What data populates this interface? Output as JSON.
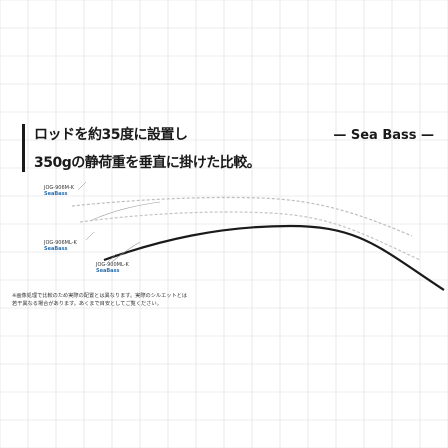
{
  "header": {
    "line1": "ロッドを約35度に設置し",
    "line2": "350gの静荷重を垂直に掛けた比較。",
    "series": "— Sea Bass —"
  },
  "rods": [
    {
      "model": "JOG-906M-K",
      "sub": "SeaBass"
    },
    {
      "model": "JOG-906ML-K",
      "sub": "SeaBass"
    },
    {
      "model": "JOG-900ML-K",
      "sub": "SeaBass"
    }
  ],
  "note": {
    "line1": "※画像処理で比較のため実際の配置とは異なります。実際のシルエットとは",
    "line2": "若干異なる場合があります。あくまで目安としてご覧ください。"
  },
  "colors": {
    "grid": "#d9d9d9",
    "rod_dark": "#1a1a1a",
    "rod_light": "#c8c8c8",
    "accent": "#2a6fb0"
  }
}
